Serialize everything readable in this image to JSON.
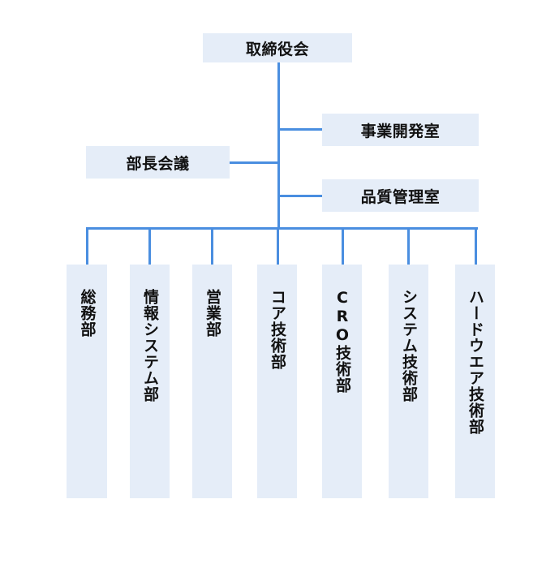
{
  "chart_data": {
    "type": "org-chart",
    "root": "取締役会",
    "staff_right": [
      "事業開発室",
      "品質管理室"
    ],
    "staff_left": [
      "部長会議"
    ],
    "departments": [
      "総務部",
      "情報システム部",
      "営業部",
      "コア技術部",
      "CRO技術部",
      "システム技術部",
      "ハードウエア技術部"
    ]
  },
  "colors": {
    "box_fill": "#e5edf8",
    "line": "#4a8ee0"
  }
}
